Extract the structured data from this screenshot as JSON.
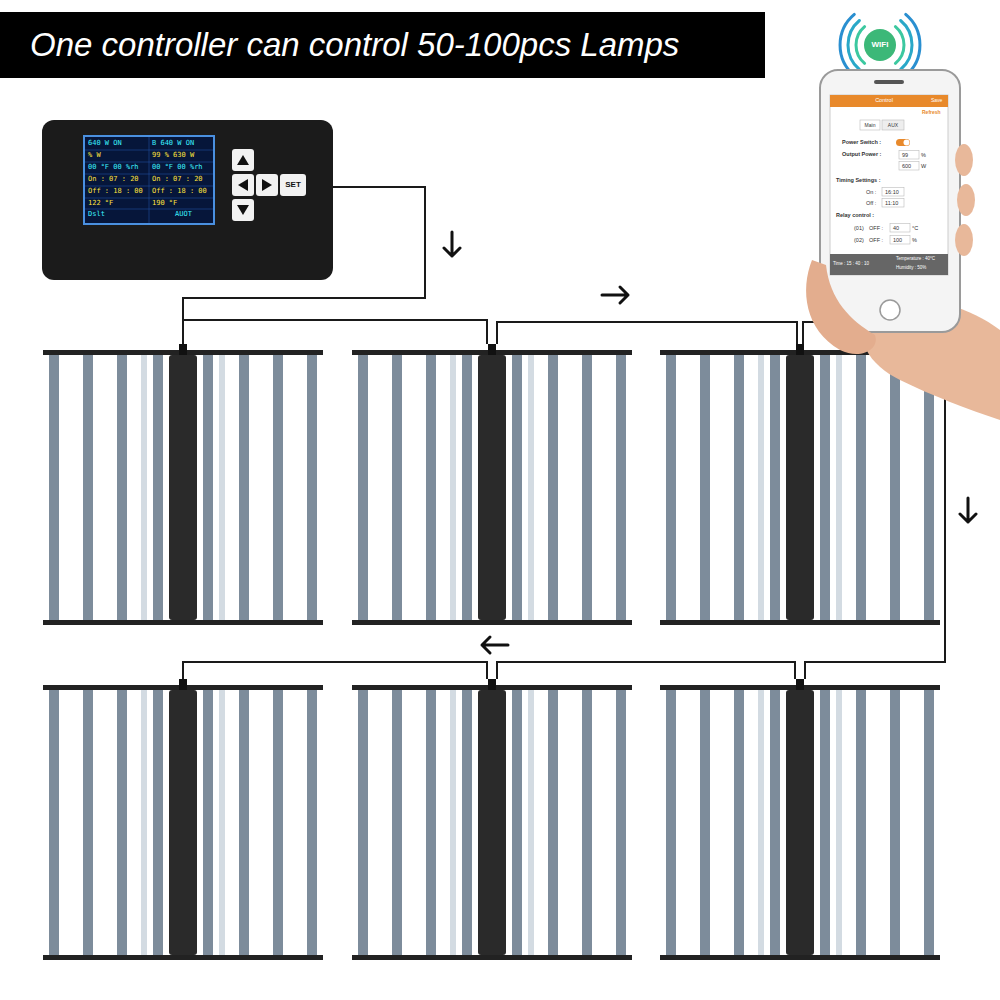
{
  "diagram": {
    "title": "One controller can control 50-100pcs Lamps",
    "labels": [
      "640 W ON",
      "B 640 W ON",
      "% W",
      "99 % 630 W",
      "00 °F 00 %rh",
      "00 °F 00 %rh",
      "On : 07 : 20",
      "On : 07 : 20",
      "Off : 18 : 00",
      "Off : 18 : 00",
      "122 °F",
      "190 °F",
      "Dslt",
      "AUOT",
      "SET",
      "WIFI",
      "Control",
      "Save",
      "Refresh",
      "Main",
      "AUX",
      "Power Switch :",
      "Output Power :",
      "99",
      "%",
      "600",
      "W",
      "Timing Settings :",
      "On :",
      "16:10",
      "Off :",
      "11:10",
      "Relay control :",
      "(01)",
      "OFF :",
      "40",
      "°C",
      "(02)",
      "OFF :",
      "100",
      "%",
      "Time : 15 : 40 : 10",
      "Temperature : 40°C",
      "Humidity : 50%"
    ]
  }
}
